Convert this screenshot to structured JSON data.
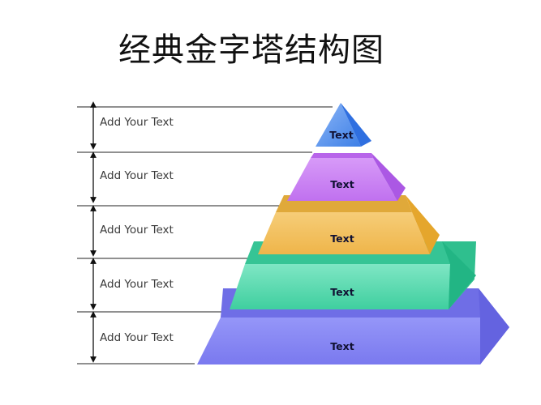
{
  "title": "经典金字塔结构图",
  "rows": [
    {
      "label": "Add Your Text"
    },
    {
      "label": "Add Your Text"
    },
    {
      "label": "Add Your Text"
    },
    {
      "label": "Add Your Text"
    },
    {
      "label": "Add Your Text"
    }
  ],
  "pyramid": {
    "layers": [
      {
        "label": "Text",
        "color": "#4f8ff0",
        "level": 1
      },
      {
        "label": "Text",
        "color": "#c77ef2",
        "level": 2
      },
      {
        "label": "Text",
        "color": "#f2bb4f",
        "level": 3
      },
      {
        "label": "Text",
        "color": "#4fd6ad",
        "level": 4
      },
      {
        "label": "Text",
        "color": "#7d7cf2",
        "level": 5
      }
    ]
  },
  "colors": {
    "line": "#222222",
    "text": "#3a3a3a"
  }
}
